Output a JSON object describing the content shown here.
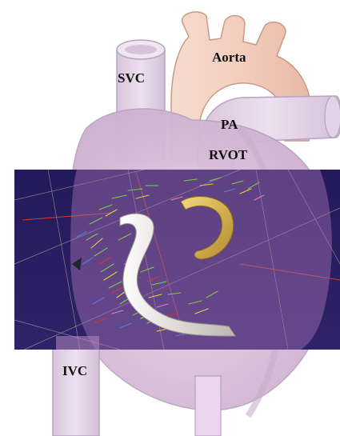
{
  "labels": {
    "svc": "SVC",
    "aorta": "Aorta",
    "pa": "PA",
    "rvot": "RVOT",
    "ivc": "IVC"
  },
  "colors": {
    "vessel_fill": "#e6d6ea",
    "vessel_edge": "#b7a3c0",
    "aorta_fill": "#f3cfbf",
    "aorta_edge": "#c89a88",
    "panel_bg": "#2a1e62",
    "panel_overlay": "#8d5f9f",
    "ring": "#d8b44a",
    "catheter": "#f1eee8"
  }
}
